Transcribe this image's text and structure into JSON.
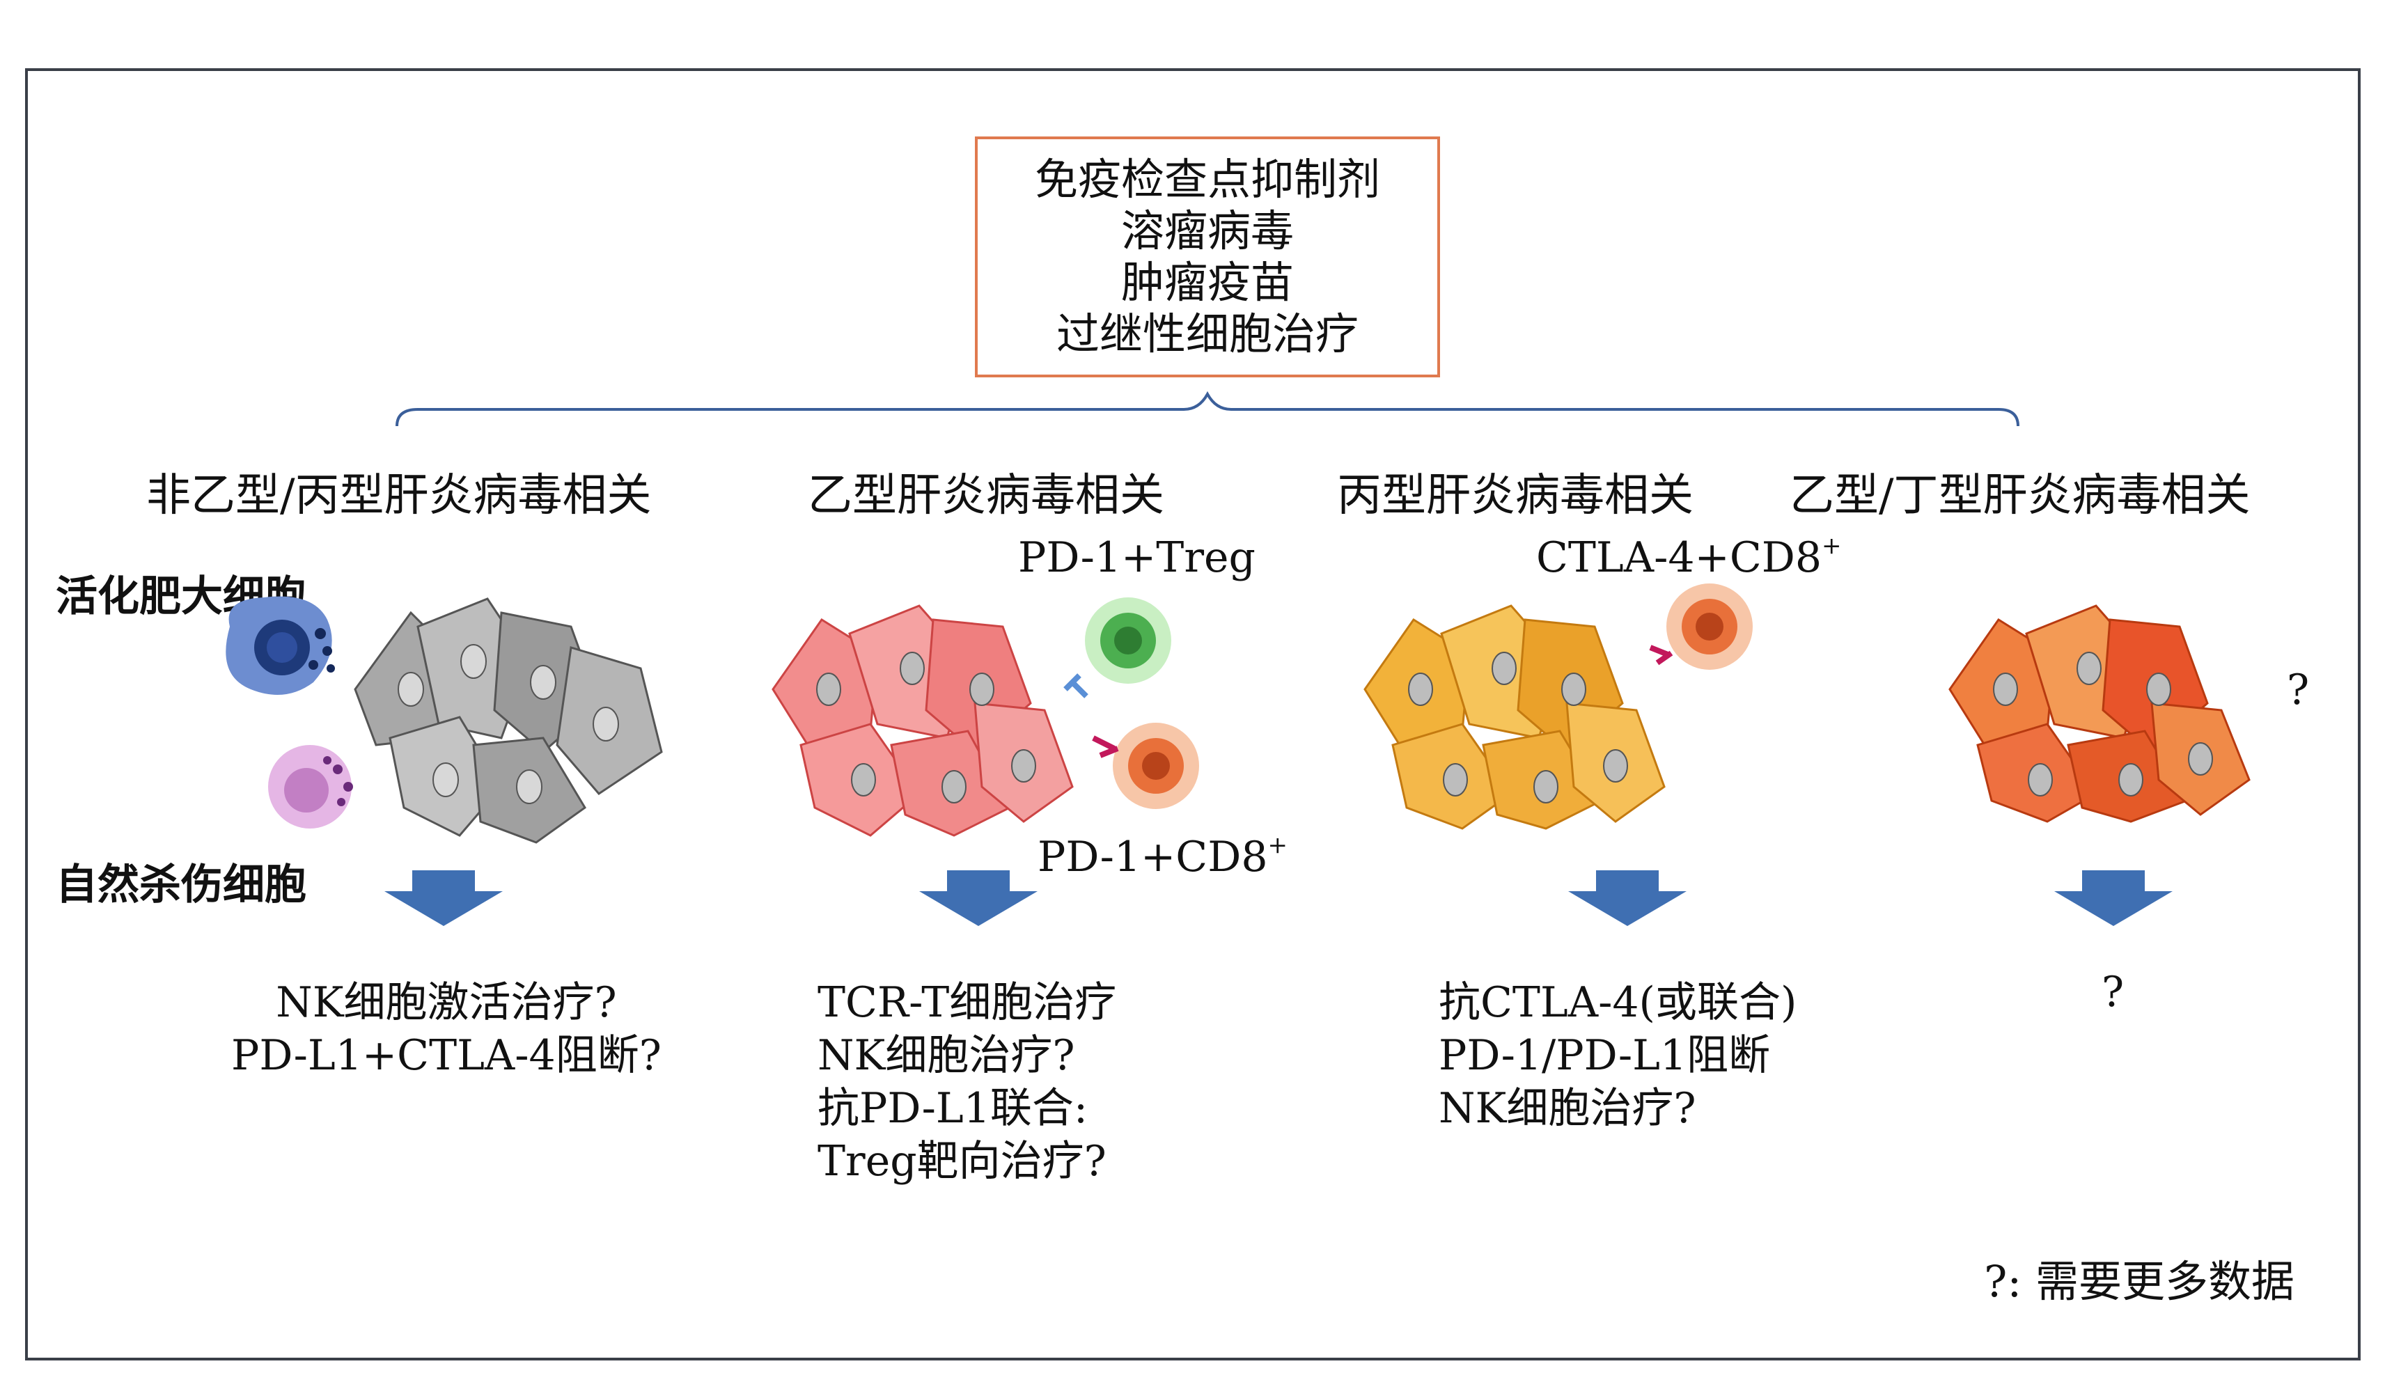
{
  "treatments_box": {
    "lines": [
      "免疫检查点抑制剂",
      "溶瘤病毒",
      "肿瘤疫苗",
      "过继性细胞治疗"
    ]
  },
  "categories": [
    {
      "heading": "非乙型/丙型肝炎病毒相关",
      "cell_labels": [
        "活化肥大细胞",
        "自然杀伤细胞"
      ],
      "therapies": [
        "NK细胞激活治疗?",
        "PD-L1+CTLA-4阻断?"
      ]
    },
    {
      "heading": "乙型肝炎病毒相关",
      "cell_labels": [
        "PD-1+Treg",
        "PD-1+CD8",
        "+"
      ],
      "therapies": [
        "TCR-T细胞治疗",
        "NK细胞治疗?",
        "抗PD-L1联合:",
        "Treg靶向治疗?"
      ]
    },
    {
      "heading": "丙型肝炎病毒相关",
      "cell_labels": [
        "CTLA-4+CD8",
        "+"
      ],
      "therapies": [
        "抗CTLA-4(或联合)",
        "PD-1/PD-L1阻断",
        "NK细胞治疗?"
      ]
    },
    {
      "heading": "乙型/丁型肝炎病毒相关",
      "cell_labels": [
        "?"
      ],
      "therapies": [
        "?"
      ]
    }
  ],
  "footnote": "?: 需要更多数据",
  "colors": {
    "frame": "#3a3f48",
    "box_border": "#e07a4f",
    "brace": "#3b5f9a",
    "arrow": "#3f6fb2",
    "cells_grey": "#a9a9a9",
    "cells_pink": "#f0898a",
    "cells_yellow": "#f2b23a",
    "cells_orange": "#e8542a",
    "mast_cell": "#5a7cc4",
    "nk_cell": "#d69ad6",
    "treg_cell": "#4caf50",
    "cd8_cell": "#e8703a"
  }
}
